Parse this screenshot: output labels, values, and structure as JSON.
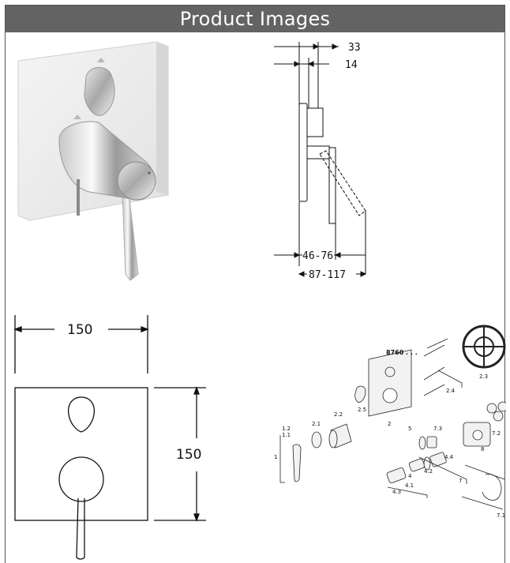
{
  "header": {
    "title": "Product Images"
  },
  "side_drawing": {
    "dim_top": "33",
    "dim_second": "14",
    "dim_depth": "46-76",
    "dim_total": "87-117"
  },
  "front_drawing": {
    "width": "150",
    "height": "150"
  },
  "exploded_view": {
    "code": "8760 . . .",
    "labels": [
      "1",
      "1.1",
      "1.2",
      "2",
      "2.1",
      "2.2",
      "2.3",
      "2.4",
      "2.5",
      "4",
      "4.1",
      "4.2",
      "4.3",
      "4.4",
      "5",
      "7",
      "7.1",
      "7.2",
      "7.3",
      "8"
    ]
  }
}
